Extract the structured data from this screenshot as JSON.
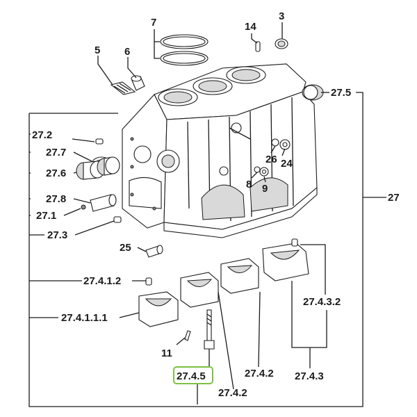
{
  "labels": {
    "p7": "7",
    "p5": "5",
    "p6": "6",
    "p14": "14",
    "p3": "3",
    "p27_5": "27.5",
    "p27_2": "27.2",
    "p27_7": "27.7",
    "p27_6": "27.6",
    "p27_8": "27.8",
    "p27_1": "27.1",
    "p27_3": "27.3",
    "p26": "26",
    "p24": "24",
    "p8": "8",
    "p9": "9",
    "p27": "27",
    "p25": "25",
    "p27_4_1_2": "27.4.1.2",
    "p27_4_1_1_1": "27.4.1.1.1",
    "p11": "11",
    "p27_4_5": "27.4.5",
    "p27_4_2_a": "27.4.2",
    "p27_4_2_b": "27.4.2",
    "p27_4_3_2": "27.4.3.2",
    "p27_4_3": "27.4.3"
  },
  "highlight_color": "#7cc242"
}
